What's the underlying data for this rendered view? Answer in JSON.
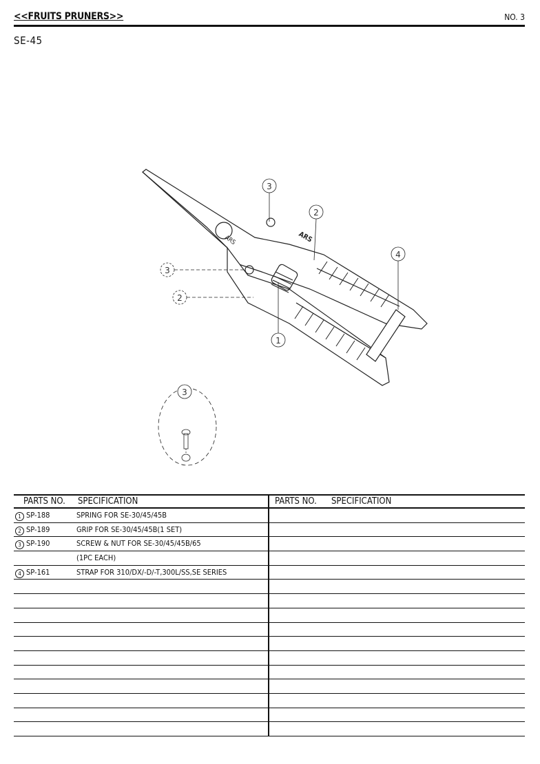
{
  "header": {
    "title": "<<FRUITS PRUNERS>>",
    "page_no": "NO. 3"
  },
  "model": "SE-45",
  "drawing": {
    "callouts": [
      "3",
      "2",
      "4",
      "3",
      "2",
      "1",
      "3"
    ],
    "brand": "ARS"
  },
  "table": {
    "headers": {
      "parts_no": "PARTS NO.",
      "specification": "SPECIFICATION"
    },
    "rows": [
      {
        "num": "1",
        "parts_no": "SP-188",
        "spec": "SPRING FOR SE-30/45/45B"
      },
      {
        "num": "2",
        "parts_no": "SP-189",
        "spec": "GRIP FOR SE-30/45/45B(1 SET)"
      },
      {
        "num": "3",
        "parts_no": "SP-190",
        "spec": "SCREW & NUT FOR SE-30/45/45B/65"
      },
      {
        "num": "",
        "parts_no": "",
        "spec": "(1PC EACH)"
      },
      {
        "num": "4",
        "parts_no": "SP-161",
        "spec": "STRAP FOR 310/DX/-D/-T,300L/SS,SE SERIES"
      }
    ],
    "empty_rows": 11
  }
}
